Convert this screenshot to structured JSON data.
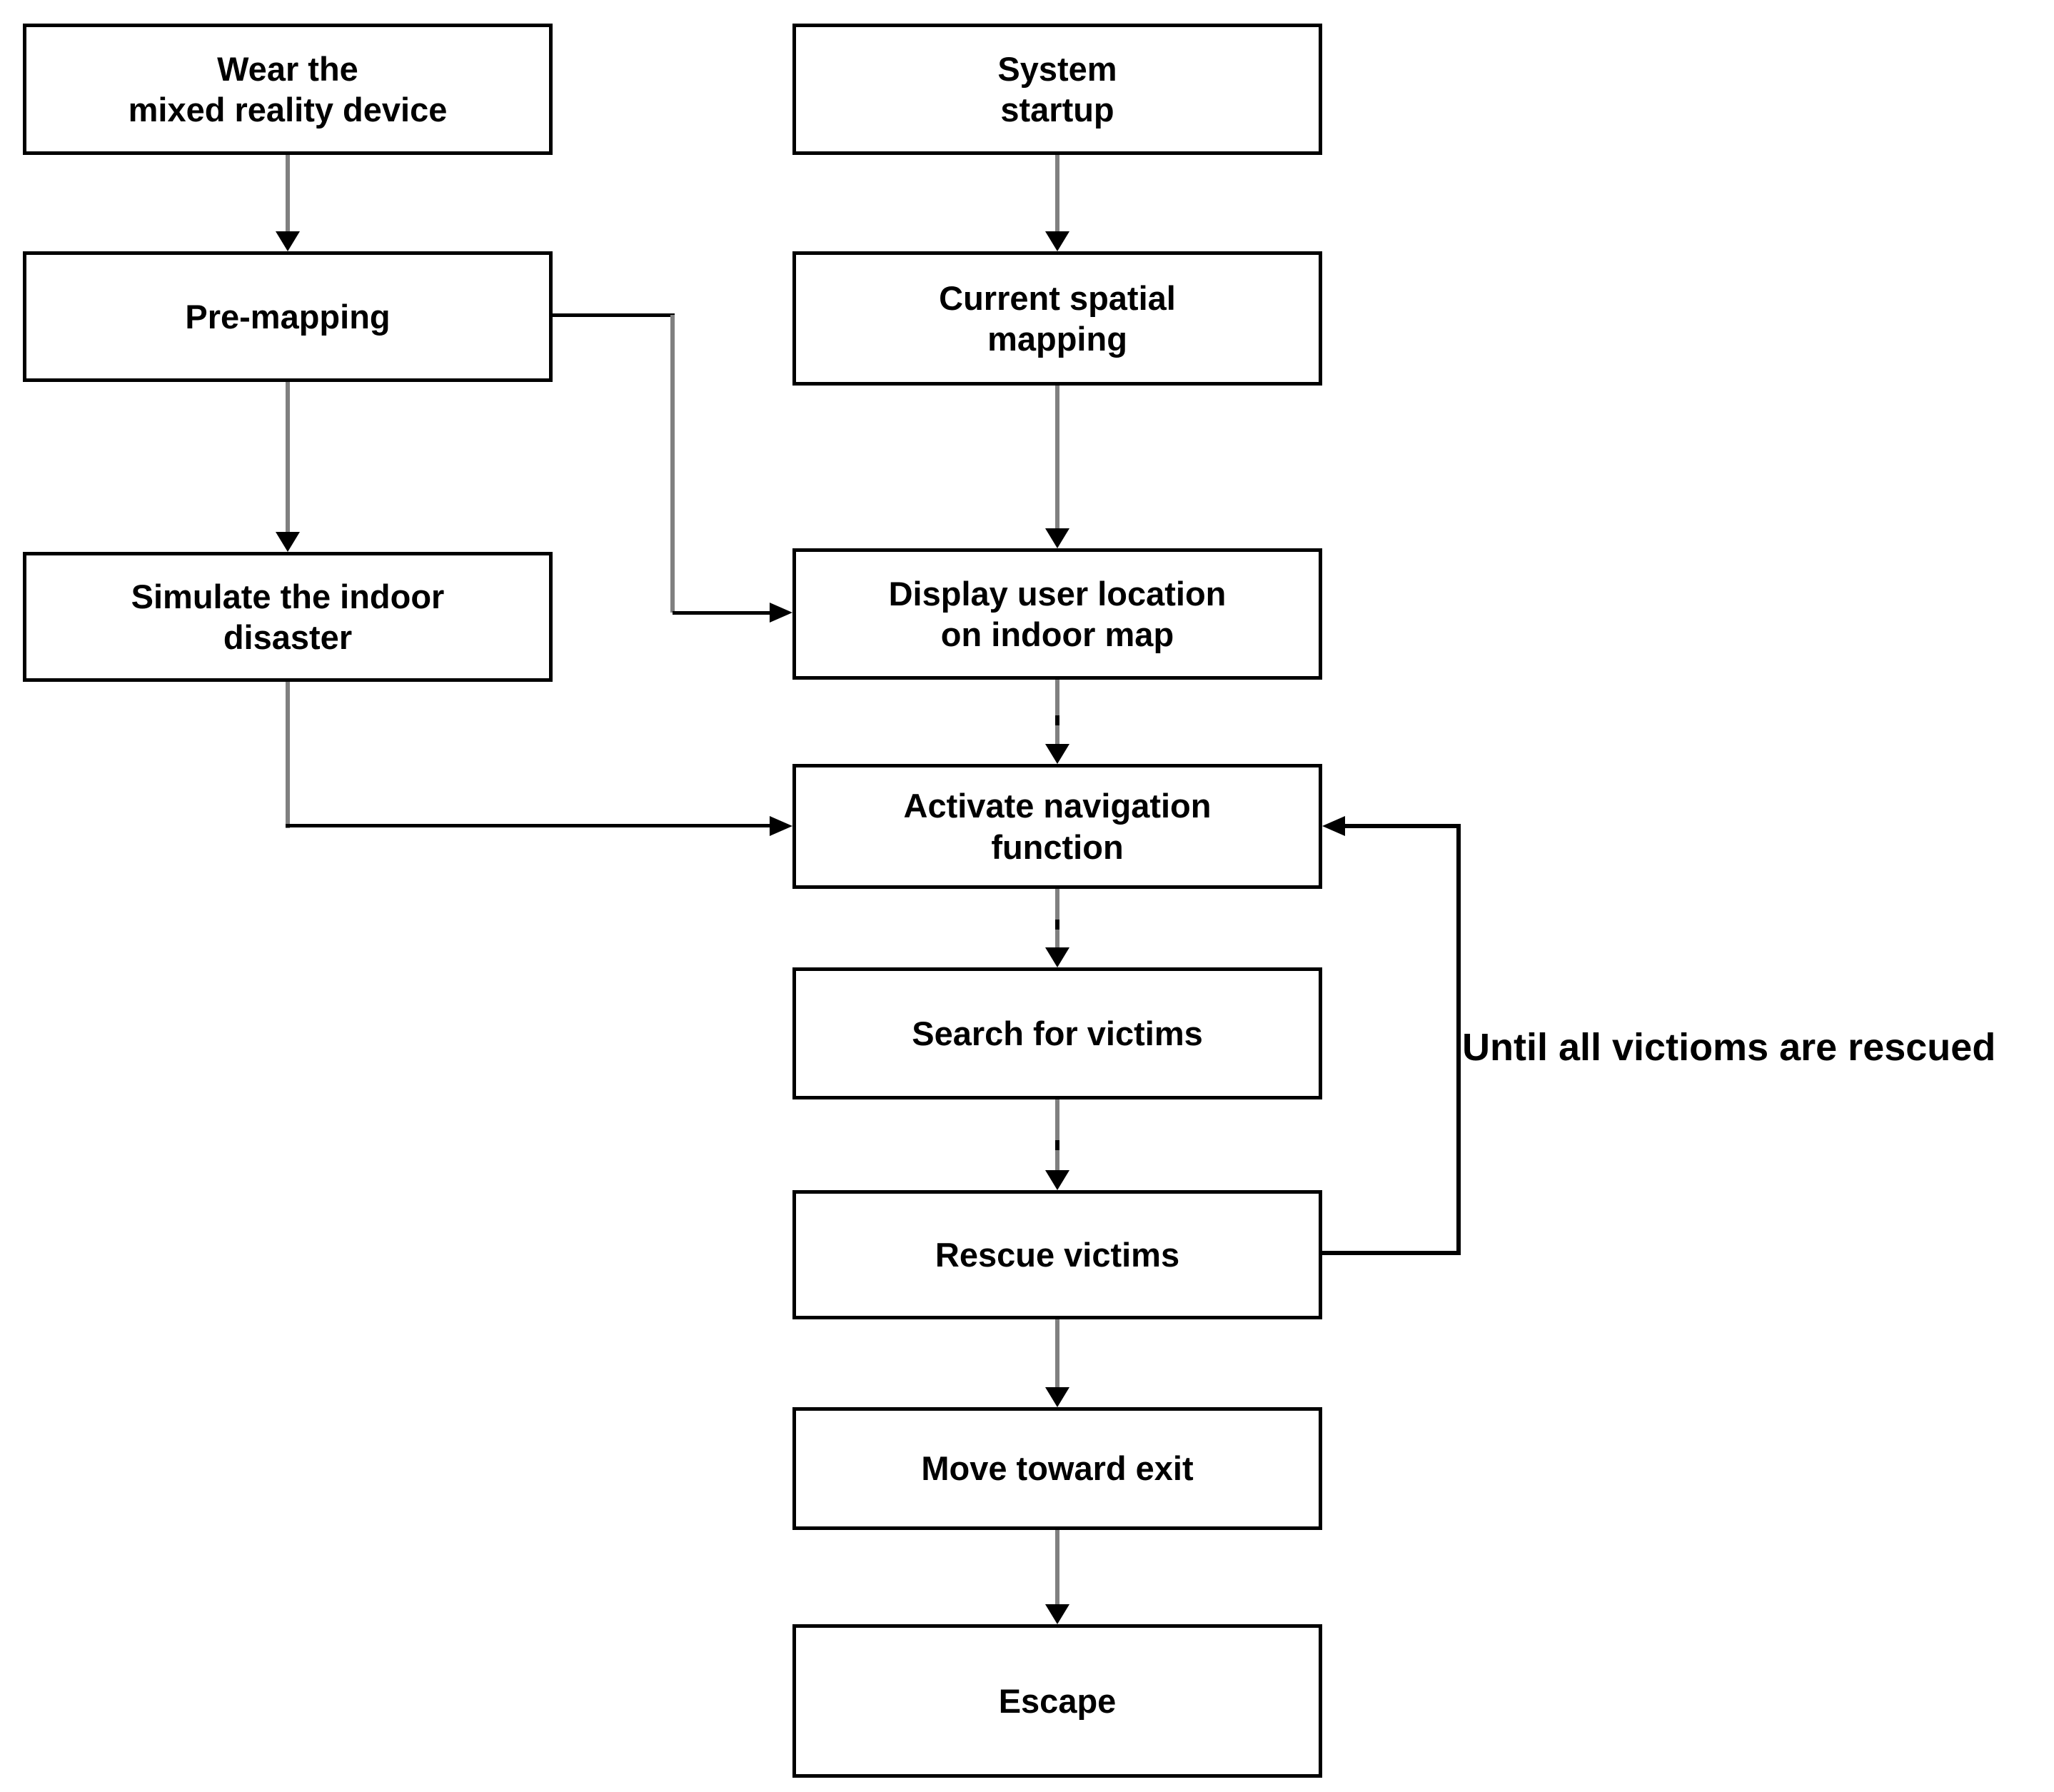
{
  "diagram": {
    "type": "flowchart",
    "background_color": "#ffffff",
    "box_border_color": "#000000",
    "text_color": "#000000",
    "connector_primary_color": "#000000",
    "connector_secondary_color": "#808080",
    "nodes": [
      {
        "id": "wear-device",
        "label": "Wear the\nmixed reality device"
      },
      {
        "id": "pre-mapping",
        "label": "Pre-mapping"
      },
      {
        "id": "simulate-disaster",
        "label": "Simulate the indoor\ndisaster"
      },
      {
        "id": "system-startup",
        "label": "System\nstartup"
      },
      {
        "id": "current-spatial-mapping",
        "label": "Current spatial\nmapping"
      },
      {
        "id": "display-user-location",
        "label": "Display user location\non indoor map"
      },
      {
        "id": "activate-navigation",
        "label": "Activate navigation\nfunction"
      },
      {
        "id": "search-for-victims",
        "label": "Search for victims"
      },
      {
        "id": "rescue-victims",
        "label": "Rescue victims"
      },
      {
        "id": "move-toward-exit",
        "label": "Move toward exit"
      },
      {
        "id": "escape",
        "label": "Escape"
      }
    ],
    "edges": [
      {
        "from": "wear-device",
        "to": "pre-mapping"
      },
      {
        "from": "pre-mapping",
        "to": "simulate-disaster"
      },
      {
        "from": "pre-mapping",
        "to": "display-user-location"
      },
      {
        "from": "simulate-disaster",
        "to": "activate-navigation"
      },
      {
        "from": "system-startup",
        "to": "current-spatial-mapping"
      },
      {
        "from": "current-spatial-mapping",
        "to": "display-user-location"
      },
      {
        "from": "display-user-location",
        "to": "activate-navigation"
      },
      {
        "from": "activate-navigation",
        "to": "search-for-victims"
      },
      {
        "from": "search-for-victims",
        "to": "rescue-victims"
      },
      {
        "from": "rescue-victims",
        "to": "move-toward-exit"
      },
      {
        "from": "rescue-victims",
        "to": "activate-navigation",
        "label": "Until all victioms are rescued"
      },
      {
        "from": "move-toward-exit",
        "to": "escape"
      }
    ],
    "loop_label": "Until all victioms are rescued"
  }
}
